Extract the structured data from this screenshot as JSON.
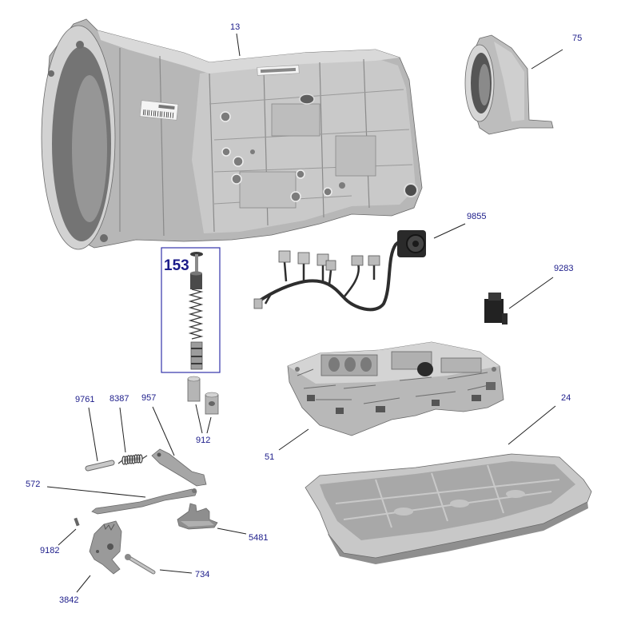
{
  "colors": {
    "callout_text": "#1c1c8a",
    "frame": "#3333aa",
    "leader": "#222222"
  },
  "callouts": [
    "13",
    "75",
    "9855",
    "153",
    "9283",
    "24",
    "9761",
    "8387",
    "957",
    "912",
    "51",
    "572",
    "5481",
    "9182",
    "734",
    "3842"
  ]
}
